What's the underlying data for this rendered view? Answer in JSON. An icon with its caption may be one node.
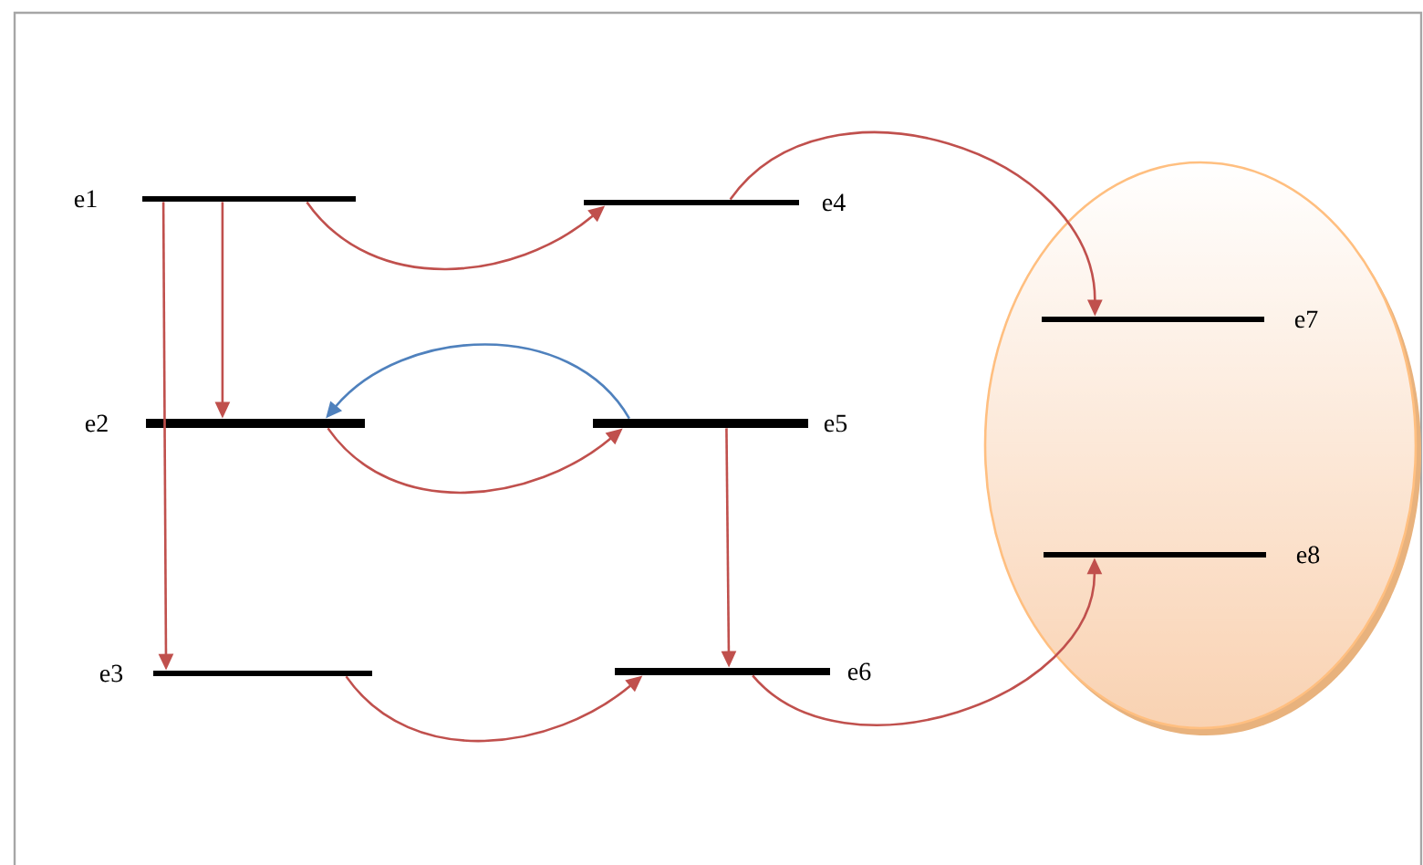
{
  "diagram": {
    "nodes": [
      {
        "text": [
          "e1"
        ]
      },
      {
        "text": [
          "e2"
        ]
      },
      {
        "text": [
          "e3"
        ]
      },
      {
        "text": [
          "e4"
        ]
      },
      {
        "text": [
          "e5"
        ]
      },
      {
        "text": [
          "e6"
        ]
      },
      {
        "text": [],
        "shape": "circle"
      },
      {
        "text": [
          "e7"
        ],
        "in": 6
      },
      {
        "text": [
          "e8"
        ],
        "in": 6
      }
    ],
    "edges": [
      {
        "from": 0,
        "to": 1,
        "arrow": "to"
      },
      {
        "from": 0,
        "to": 2,
        "arrow": "to"
      },
      {
        "from": 0,
        "to": 3,
        "arrow": "to"
      },
      {
        "from": 3,
        "to": 7,
        "arrow": "to"
      },
      {
        "from": 4,
        "to": 1,
        "arrow": "to",
        "color": "#4f81bd"
      },
      {
        "from": 1,
        "to": 4,
        "arrow": "to"
      },
      {
        "from": 4,
        "to": 5,
        "arrow": "to"
      },
      {
        "from": 2,
        "to": 5,
        "arrow": "to"
      },
      {
        "from": 5,
        "to": 8,
        "arrow": "to"
      }
    ]
  }
}
